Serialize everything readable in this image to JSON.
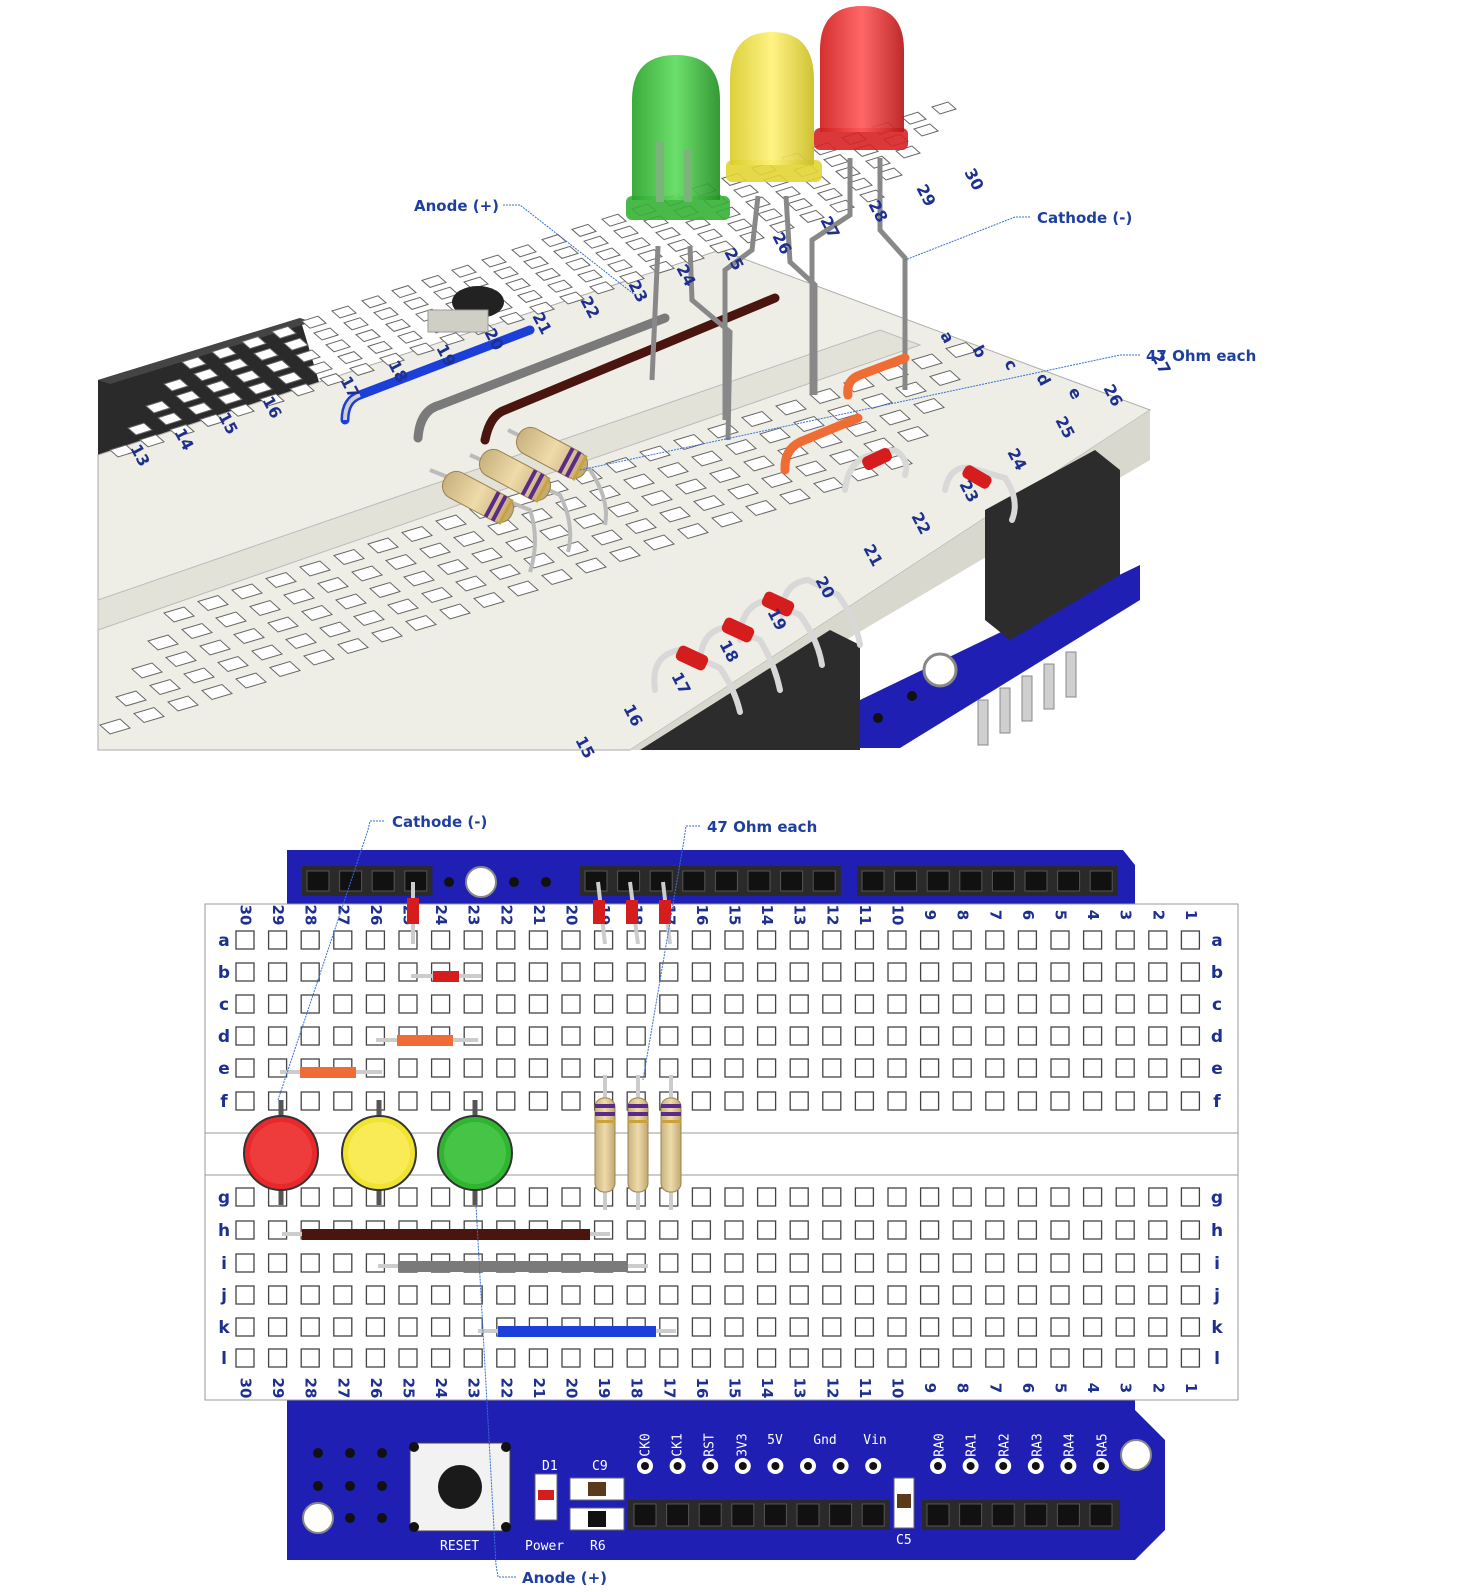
{
  "callouts_top": {
    "anode": "Anode (+)",
    "cathode": "Cathode (-)",
    "ohm": "47 Ohm each"
  },
  "callouts_bottom": {
    "cathode": "Cathode (-)",
    "ohm": "47 Ohm each",
    "anode": "Anode (+)"
  },
  "iso_column_numbers_back": [
    "17",
    "18",
    "19",
    "20",
    "21",
    "22",
    "23",
    "24",
    "25",
    "26",
    "27",
    "28",
    "29",
    "30"
  ],
  "iso_column_numbers_front": [
    "15",
    "16",
    "17",
    "18",
    "19",
    "20",
    "21",
    "22",
    "23",
    "24",
    "25",
    "26",
    "27"
  ],
  "iso_left_numbers": [
    "13",
    "14",
    "15",
    "16"
  ],
  "iso_row_letters": [
    "a",
    "b",
    "c",
    "d",
    "e"
  ],
  "breadboard": {
    "columns": [
      "30",
      "29",
      "28",
      "27",
      "26",
      "25",
      "24",
      "23",
      "22",
      "21",
      "20",
      "19",
      "18",
      "17",
      "16",
      "15",
      "14",
      "13",
      "12",
      "11",
      "10",
      "9",
      "8",
      "7",
      "6",
      "5",
      "4",
      "3",
      "2",
      "1"
    ],
    "rows_top": [
      "a",
      "b",
      "c",
      "d",
      "e",
      "f"
    ],
    "rows_bottom": [
      "g",
      "h",
      "i",
      "j",
      "k",
      "l"
    ]
  },
  "pcb_labels": {
    "reset": "RESET",
    "d1": "D1",
    "c9": "C9",
    "power": "Power",
    "r6": "R6",
    "c5": "C5",
    "pins": [
      "CK0",
      "CK1",
      "RST",
      "3V3",
      "5V",
      "Gnd",
      "Vin",
      "RA0",
      "RA1",
      "RA2",
      "RA3",
      "RA4",
      "RA5"
    ]
  },
  "colors": {
    "pcb_blue": "#1f1fb4",
    "label_blue": "#1d2f8f",
    "led_red": "#e8282a",
    "led_yellow": "#f1e331",
    "led_green": "#2fb52f",
    "wire_blue": "#1b3fd8",
    "wire_brown": "#4a150f",
    "wire_gray": "#7a7a7a",
    "wire_red": "#d61d1d",
    "wire_orange": "#f06c35"
  }
}
